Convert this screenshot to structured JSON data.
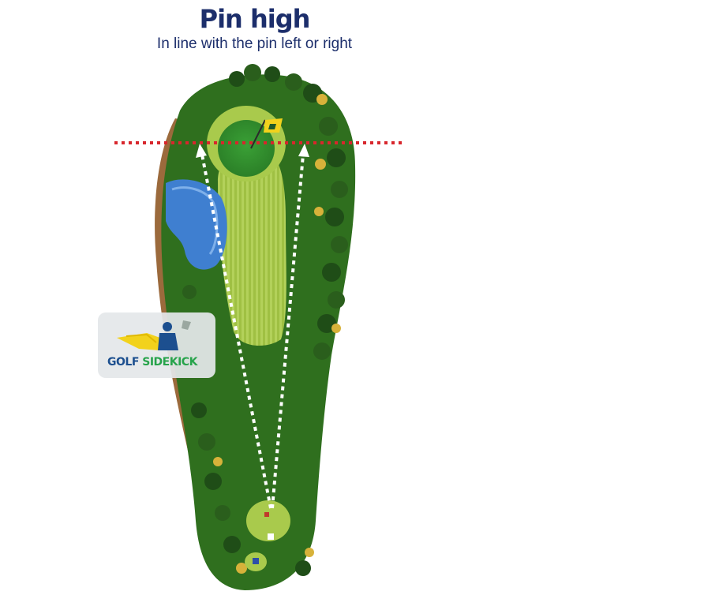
{
  "header": {
    "title": "Pin high",
    "subtitle": "In line with the pin left or right"
  },
  "logo": {
    "word_1": "GOLF",
    "word_2": "SIDEKICK"
  },
  "diagram": {
    "elements": [
      "fairway",
      "water-hazard",
      "green",
      "pin-flag",
      "tee-box",
      "tree-line",
      "pin-high-line",
      "shot-paths"
    ]
  },
  "colors": {
    "title_text": "#1c2e6b",
    "pin_high_line": "#d8262c",
    "rough": "#2f6f1e",
    "fairway_stripe": "#a7c64a",
    "green": "#2f8a2a",
    "water": "#3f7fd0",
    "cart_path": "#9b6a3c",
    "flag": "#f2d21c",
    "logo_golf": "#1c4f8f",
    "logo_sidekick": "#27a34b"
  }
}
